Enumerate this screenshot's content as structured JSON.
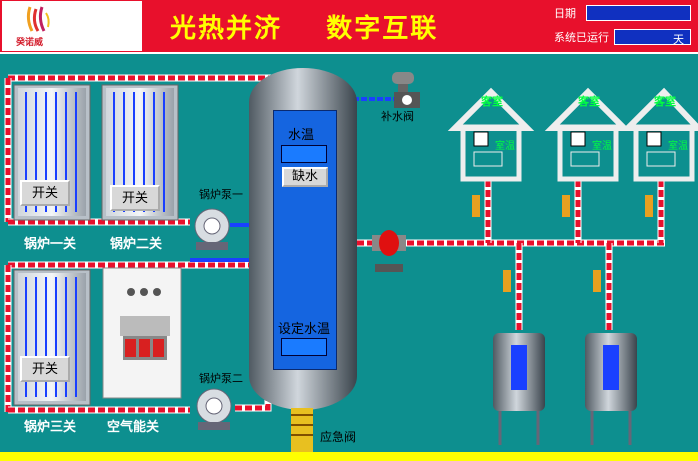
{
  "header": {
    "logo_text": "癸诺威",
    "title": "光热并济    数字互联",
    "date_label": "日期",
    "runtime_label": "系统已运行",
    "runtime_unit": "天"
  },
  "boilers": [
    {
      "label": "锅炉一关",
      "button": "开关"
    },
    {
      "label": "锅炉二关",
      "button": "开关"
    },
    {
      "label": "锅炉三关",
      "button": "开关"
    }
  ],
  "heat_pump_label": "空气能关",
  "pumps": [
    {
      "label": "锅炉泵一"
    },
    {
      "label": "锅炉泵二"
    }
  ],
  "tank": {
    "temp_label": "水温",
    "lack_water_button": "缺水",
    "set_temp_label": "设定水温"
  },
  "valves": {
    "refill_label": "补水阀",
    "emergency_label": "应急阀"
  },
  "rooms": [
    {
      "title": "客室",
      "sub": "室温"
    },
    {
      "title": "客室",
      "sub": "室温"
    },
    {
      "title": "客室",
      "sub": "室温"
    }
  ],
  "colors": {
    "background": "#0d8f8f",
    "header": "#e8102c",
    "title": "#ffff00",
    "pipe_hot": "#e8102c",
    "water": "#1565e0"
  }
}
